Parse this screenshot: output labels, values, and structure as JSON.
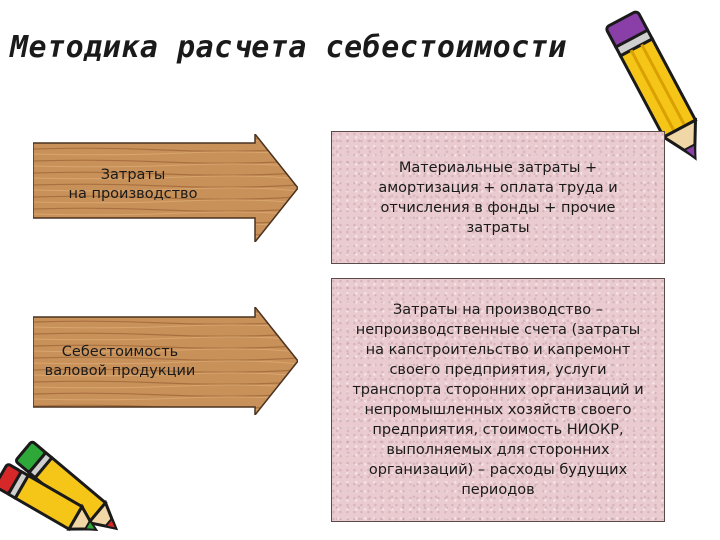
{
  "slide": {
    "title": "Методика расчета себестоимости"
  },
  "rows": [
    {
      "arrow_lines": [
        "Затраты",
        "на производство"
      ],
      "box_lines": [
        "Материальные затраты +",
        "амортизация + оплата труда и",
        "отчисления в фонды + прочие",
        "затраты"
      ]
    },
    {
      "arrow_lines": [
        "Себестоимость",
        "валовой продукции"
      ],
      "box_lines": [
        "Затраты на производство –",
        "непроизводственные счета (затраты",
        "на капстроительство и капремонт",
        "своего предприятия, услуги",
        "транспорта сторонних организаций и",
        "непромышленных хозяйств своего",
        "предприятия, стоимость НИОКР,",
        "выполняемых для сторонних",
        "организаций) – расходы будущих",
        "периодов"
      ]
    }
  ],
  "colors": {
    "wood": "#c8915a",
    "box": "#e9cbd0",
    "pencil_yellow": "#f5c518",
    "pencil_purple": "#8a3fa8"
  }
}
